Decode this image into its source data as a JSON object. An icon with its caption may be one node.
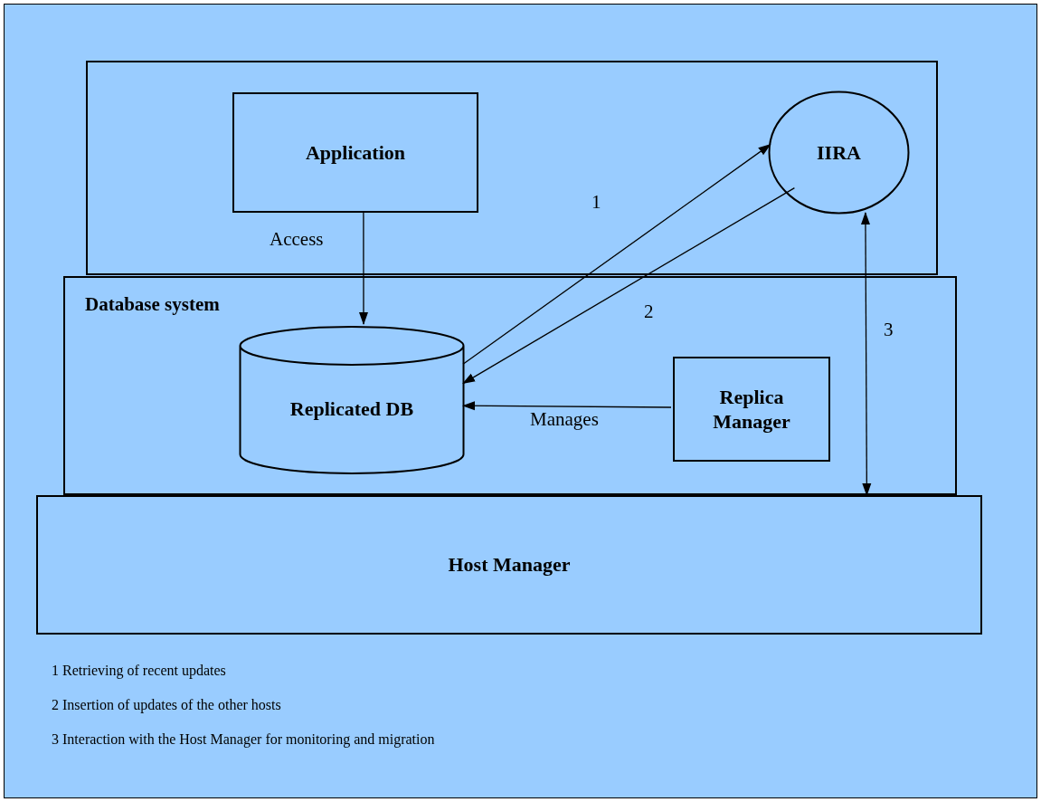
{
  "diagram": {
    "nodes": [
      {
        "text": [],
        "shape": "box"
      },
      {
        "text": [
          "Application"
        ],
        "in": 0
      },
      {
        "text": [
          "IIRA"
        ],
        "in": 0
      },
      {
        "text": [
          "Database system"
        ]
      },
      {
        "text": [
          "Replicated DB"
        ],
        "in": 3
      },
      {
        "text": [
          "Replica Manager"
        ],
        "in": 3
      },
      {
        "text": [
          "Host Manager"
        ]
      }
    ],
    "edges": [
      {
        "from": 1,
        "to": 4,
        "arrow": "to",
        "label": "Access"
      },
      {
        "from": 4,
        "to": 2,
        "arrow": "to",
        "label": "1"
      },
      {
        "from": 2,
        "to": 4,
        "arrow": "to",
        "label": "2"
      },
      {
        "from": 5,
        "to": 4,
        "arrow": "to",
        "label": "Manages"
      },
      {
        "from": 2,
        "to": 6,
        "arrow": "both",
        "label": "3"
      }
    ],
    "labels": [
      "1 Retrieving of recent updates",
      "2 Insertion of updates of the other hosts",
      "3 Interaction with the Host Manager for monitoring and migration"
    ]
  }
}
